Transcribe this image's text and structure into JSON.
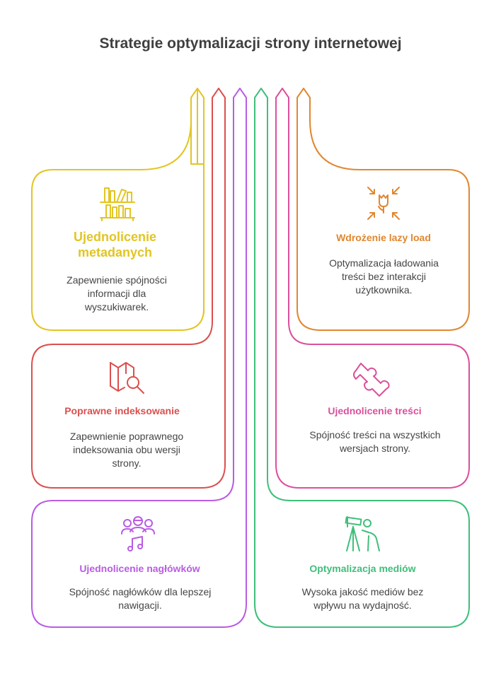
{
  "title": "Strategie optymalizacji strony internetowej",
  "colors": {
    "yellow": "#e2c523",
    "red": "#dc4f4f",
    "purple": "#b95ce3",
    "green": "#3fbf7a",
    "pink": "#dc4f9c",
    "orange": "#e0872f"
  },
  "cards": [
    {
      "id": "metadata",
      "title": "Ujednolicenie metadanych",
      "description": "Zapewnienie spójności informacji dla wyszukiwarek.",
      "icon": "bookshelf-icon",
      "color": "#e2c523"
    },
    {
      "id": "indexing",
      "title": "Poprawne indeksowanie",
      "description": "Zapewnienie poprawnego indeksowania obu wersji strony.",
      "icon": "map-search-icon",
      "color": "#dc4f4f"
    },
    {
      "id": "headers",
      "title": "Ujednolicenie nagłówków",
      "description": "Spójność nagłówków dla lepszej nawigacji.",
      "icon": "people-music-icon",
      "color": "#b95ce3"
    },
    {
      "id": "lazyload",
      "title": "Wdrożenie lazy load",
      "description": "Optymalizacja ładowania treści bez interakcji użytkownika.",
      "icon": "tulip-focus-icon",
      "color": "#e0872f"
    },
    {
      "id": "content",
      "title": "Ujednolicenie treści",
      "description": "Spójność treści na wszystkich wersjach strony.",
      "icon": "puzzle-piece-icon",
      "color": "#dc4f9c"
    },
    {
      "id": "media",
      "title": "Optymalizacja mediów",
      "description": "Wysoka jakość mediów bez wpływu na wydajność.",
      "icon": "telescope-person-icon",
      "color": "#3fbf7a"
    }
  ]
}
